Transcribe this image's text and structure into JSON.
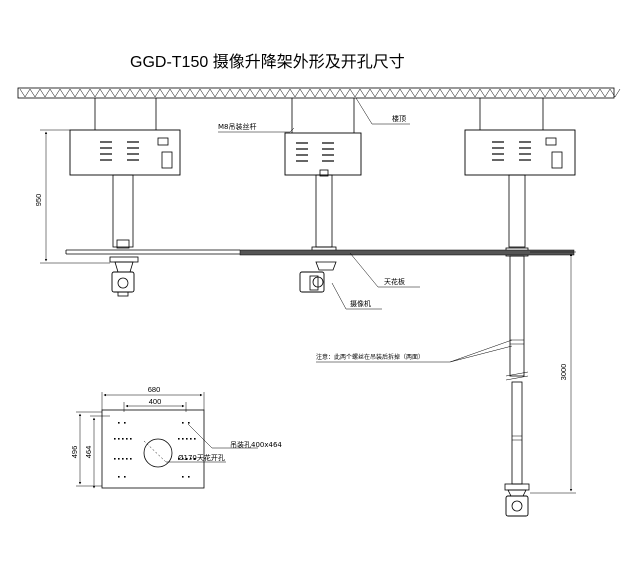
{
  "title": "GGD-T150   摄像升降架外形及开孔尺寸",
  "labels": {
    "rod": "M8吊装丝杆",
    "roof": "楼顶",
    "ceiling": "天花板",
    "camera": "摄像机",
    "note": "注意：此两个螺丝在吊装后拆掉（两面）",
    "holes": "吊装孔400x464",
    "cutout": "Ø170天花开孔"
  },
  "dimensions": {
    "height_retracted": "950",
    "travel": "3000",
    "plate_width": "680",
    "hole_width": "400",
    "plate_height": "496",
    "hole_height": "464"
  }
}
